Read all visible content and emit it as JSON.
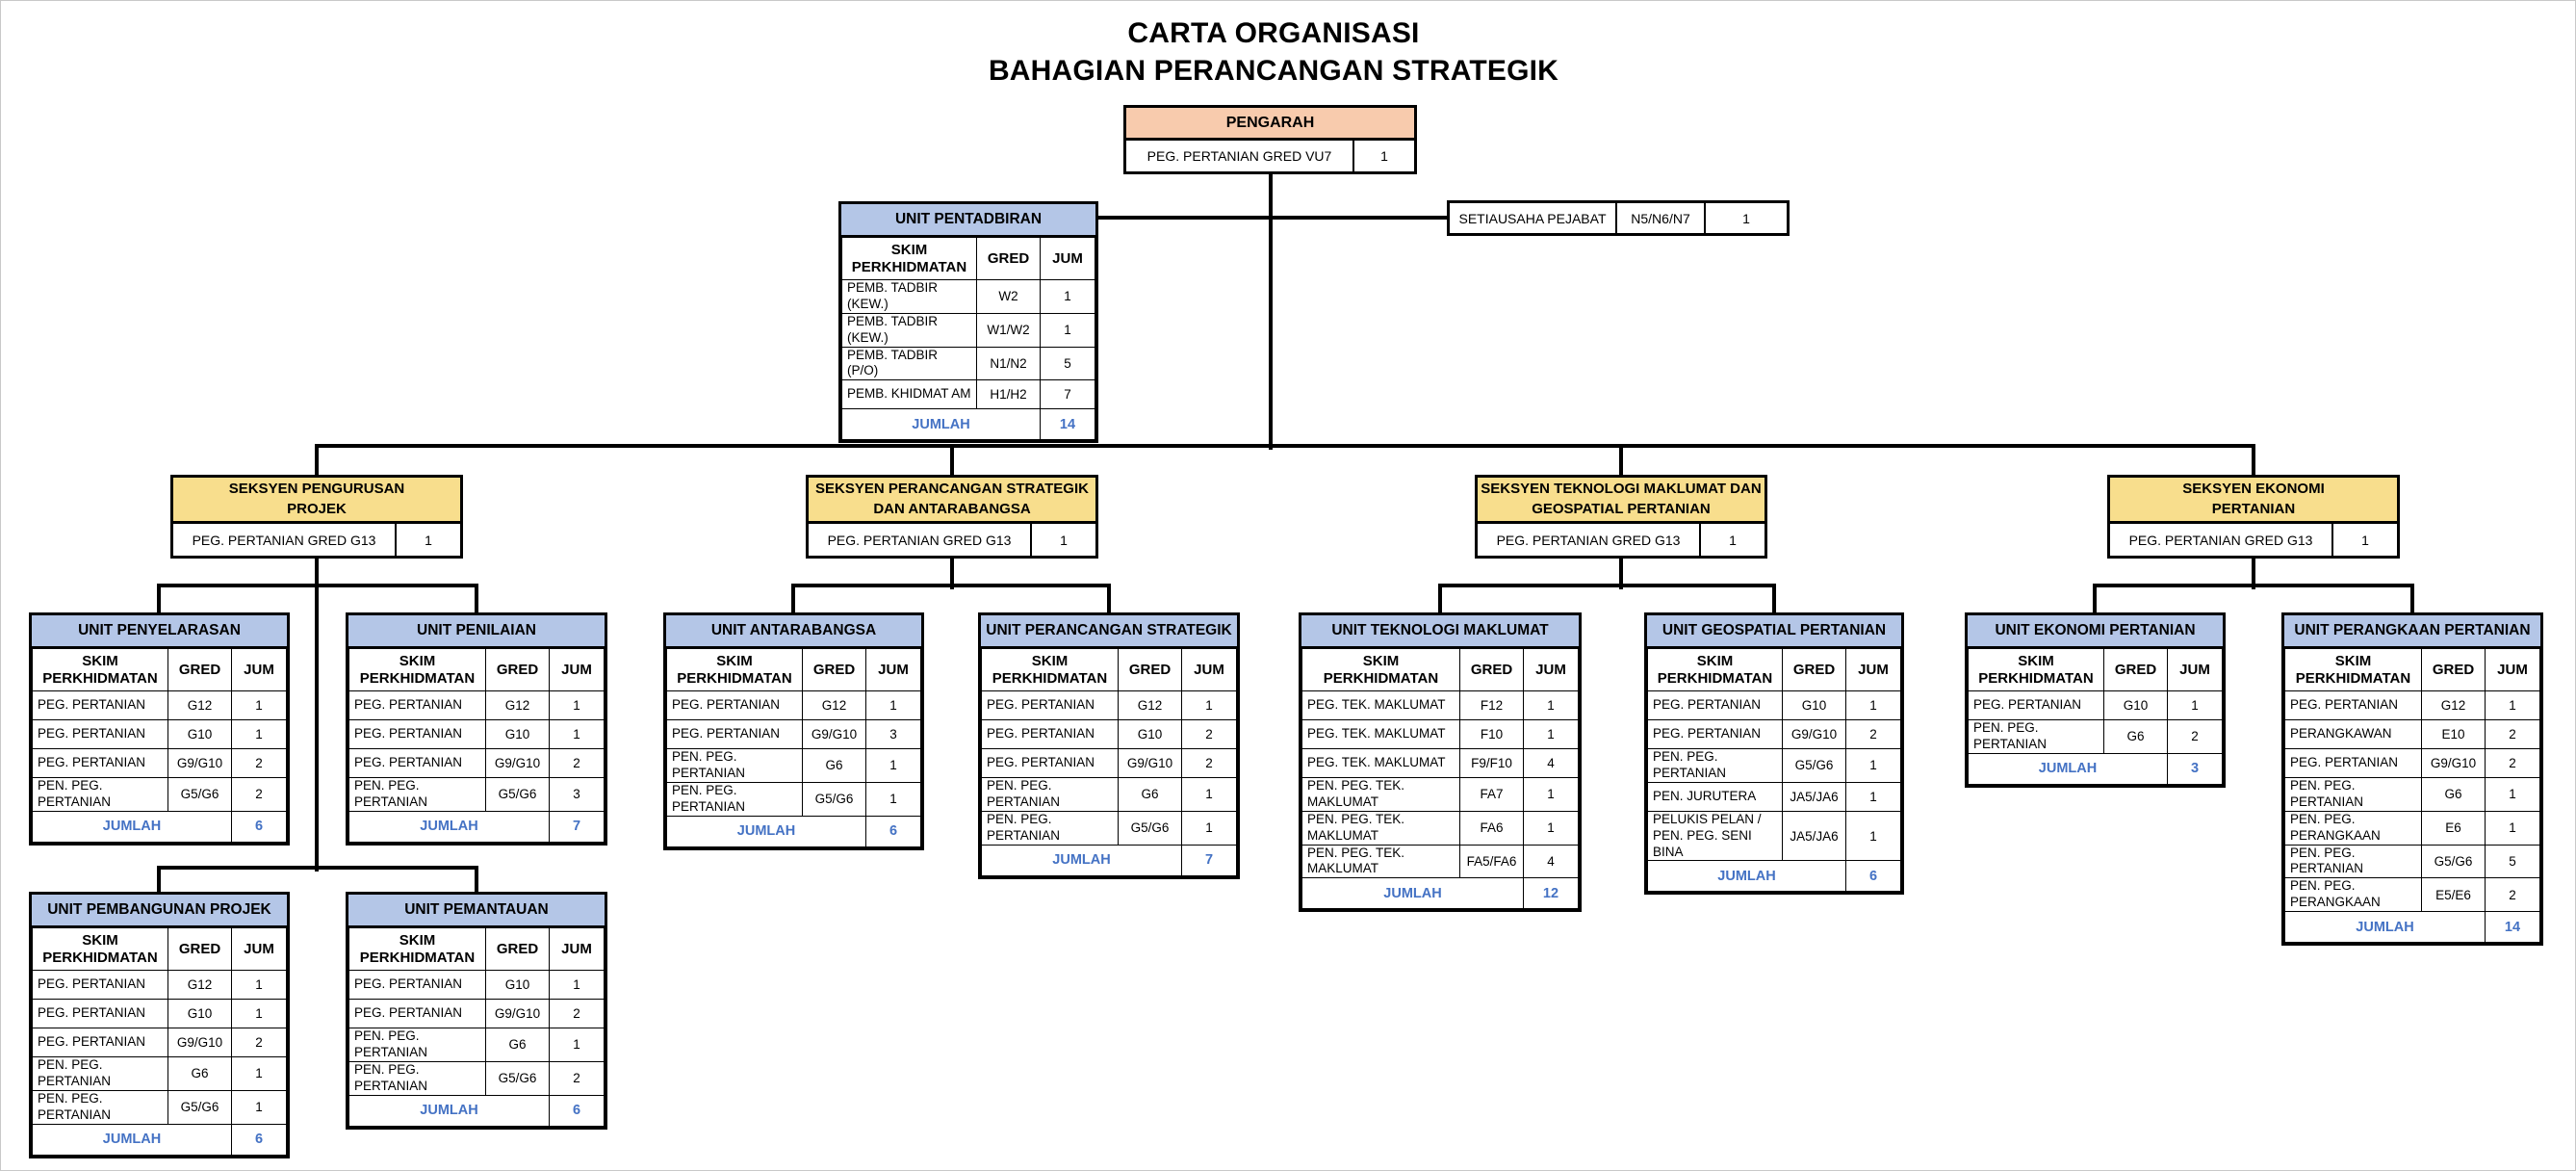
{
  "title": {
    "line1": "CARTA ORGANISASI",
    "line2": "BAHAGIAN PERANCANGAN STRATEGIK"
  },
  "colors": {
    "director_header": "#F8CBAD",
    "section_header": "#F8DE8D",
    "unit_header": "#B4C6E7",
    "total_text": "#4472C4",
    "line": "#000000"
  },
  "director": {
    "title": "PENGARAH",
    "post": "PEG. PERTANIAN GRED VU7",
    "count": "1"
  },
  "secretary": {
    "post": "SETIAUSAHA PEJABAT",
    "grade": "N5/N6/N7",
    "count": "1"
  },
  "table_headers": {
    "skim": "SKIM\nPERKHIDMATAN",
    "gred": "GRED",
    "jum": "JUM",
    "total_label": "JUMLAH"
  },
  "admin_unit": {
    "title": "UNIT PENTADBIRAN",
    "rows": [
      [
        "PEMB. TADBIR (KEW.)",
        "W2",
        "1"
      ],
      [
        "PEMB. TADBIR (KEW.)",
        "W1/W2",
        "1"
      ],
      [
        "PEMB. TADBIR (P/O)",
        "N1/N2",
        "5"
      ],
      [
        "PEMB. KHIDMAT AM",
        "H1/H2",
        "7"
      ]
    ],
    "total": "14"
  },
  "sections": [
    {
      "title": "SEKSYEN PENGURUSAN\nPROJEK",
      "post": "PEG. PERTANIAN GRED G13",
      "count": "1"
    },
    {
      "title": "SEKSYEN PERANCANGAN STRATEGIK\nDAN ANTARABANGSA",
      "post": "PEG. PERTANIAN GRED G13",
      "count": "1"
    },
    {
      "title": "SEKSYEN TEKNOLOGI MAKLUMAT DAN\nGEOSPATIAL PERTANIAN",
      "post": "PEG. PERTANIAN GRED G13",
      "count": "1"
    },
    {
      "title": "SEKSYEN EKONOMI\nPERTANIAN",
      "post": "PEG. PERTANIAN GRED G13",
      "count": "1"
    }
  ],
  "units": [
    {
      "title": "UNIT PENYELARASAN",
      "rows": [
        [
          "PEG. PERTANIAN",
          "G12",
          "1"
        ],
        [
          "PEG. PERTANIAN",
          "G10",
          "1"
        ],
        [
          "PEG. PERTANIAN",
          "G9/G10",
          "2"
        ],
        [
          "PEN. PEG. PERTANIAN",
          "G5/G6",
          "2"
        ]
      ],
      "total": "6"
    },
    {
      "title": "UNIT PENILAIAN",
      "rows": [
        [
          "PEG. PERTANIAN",
          "G12",
          "1"
        ],
        [
          "PEG. PERTANIAN",
          "G10",
          "1"
        ],
        [
          "PEG. PERTANIAN",
          "G9/G10",
          "2"
        ],
        [
          "PEN. PEG. PERTANIAN",
          "G5/G6",
          "3"
        ]
      ],
      "total": "7"
    },
    {
      "title": "UNIT ANTARABANGSA",
      "rows": [
        [
          "PEG. PERTANIAN",
          "G12",
          "1"
        ],
        [
          "PEG. PERTANIAN",
          "G9/G10",
          "3"
        ],
        [
          "PEN. PEG. PERTANIAN",
          "G6",
          "1"
        ],
        [
          "PEN. PEG. PERTANIAN",
          "G5/G6",
          "1"
        ]
      ],
      "total": "6"
    },
    {
      "title": "UNIT PERANCANGAN STRATEGIK",
      "rows": [
        [
          "PEG. PERTANIAN",
          "G12",
          "1"
        ],
        [
          "PEG. PERTANIAN",
          "G10",
          "2"
        ],
        [
          "PEG. PERTANIAN",
          "G9/G10",
          "2"
        ],
        [
          "PEN. PEG. PERTANIAN",
          "G6",
          "1"
        ],
        [
          "PEN. PEG. PERTANIAN",
          "G5/G6",
          "1"
        ]
      ],
      "total": "7"
    },
    {
      "title": "UNIT TEKNOLOGI MAKLUMAT",
      "rows": [
        [
          "PEG. TEK. MAKLUMAT",
          "F12",
          "1"
        ],
        [
          "PEG. TEK. MAKLUMAT",
          "F10",
          "1"
        ],
        [
          "PEG. TEK. MAKLUMAT",
          "F9/F10",
          "4"
        ],
        [
          "PEN. PEG. TEK. MAKLUMAT",
          "FA7",
          "1"
        ],
        [
          "PEN. PEG. TEK. MAKLUMAT",
          "FA6",
          "1"
        ],
        [
          "PEN. PEG. TEK. MAKLUMAT",
          "FA5/FA6",
          "4"
        ]
      ],
      "total": "12"
    },
    {
      "title": "UNIT GEOSPATIAL PERTANIAN",
      "rows": [
        [
          "PEG. PERTANIAN",
          "G10",
          "1"
        ],
        [
          "PEG. PERTANIAN",
          "G9/G10",
          "2"
        ],
        [
          "PEN. PEG. PERTANIAN",
          "G5/G6",
          "1"
        ],
        [
          "PEN. JURUTERA",
          "JA5/JA6",
          "1"
        ],
        [
          "PELUKIS PELAN /\nPEN. PEG. SENI BINA",
          "JA5/JA6",
          "1"
        ]
      ],
      "total": "6"
    },
    {
      "title": "UNIT EKONOMI PERTANIAN",
      "rows": [
        [
          "PEG. PERTANIAN",
          "G10",
          "1"
        ],
        [
          "PEN. PEG. PERTANIAN",
          "G6",
          "2"
        ]
      ],
      "total": "3"
    },
    {
      "title": "UNIT PERANGKAAN PERTANIAN",
      "rows": [
        [
          "PEG. PERTANIAN",
          "G12",
          "1"
        ],
        [
          "PERANGKAWAN",
          "E10",
          "2"
        ],
        [
          "PEG. PERTANIAN",
          "G9/G10",
          "2"
        ],
        [
          "PEN. PEG. PERTANIAN",
          "G6",
          "1"
        ],
        [
          "PEN. PEG. PERANGKAAN",
          "E6",
          "1"
        ],
        [
          "PEN. PEG. PERTANIAN",
          "G5/G6",
          "5"
        ],
        [
          "PEN. PEG. PERANGKAAN",
          "E5/E6",
          "2"
        ]
      ],
      "total": "14"
    },
    {
      "title": "UNIT PEMBANGUNAN PROJEK",
      "rows": [
        [
          "PEG. PERTANIAN",
          "G12",
          "1"
        ],
        [
          "PEG. PERTANIAN",
          "G10",
          "1"
        ],
        [
          "PEG. PERTANIAN",
          "G9/G10",
          "2"
        ],
        [
          "PEN. PEG. PERTANIAN",
          "G6",
          "1"
        ],
        [
          "PEN. PEG. PERTANIAN",
          "G5/G6",
          "1"
        ]
      ],
      "total": "6"
    },
    {
      "title": "UNIT PEMANTAUAN",
      "rows": [
        [
          "PEG. PERTANIAN",
          "G10",
          "1"
        ],
        [
          "PEG. PERTANIAN",
          "G9/G10",
          "2"
        ],
        [
          "PEN. PEG. PERTANIAN",
          "G6",
          "1"
        ],
        [
          "PEN. PEG. PERTANIAN",
          "G5/G6",
          "2"
        ]
      ],
      "total": "6"
    }
  ]
}
